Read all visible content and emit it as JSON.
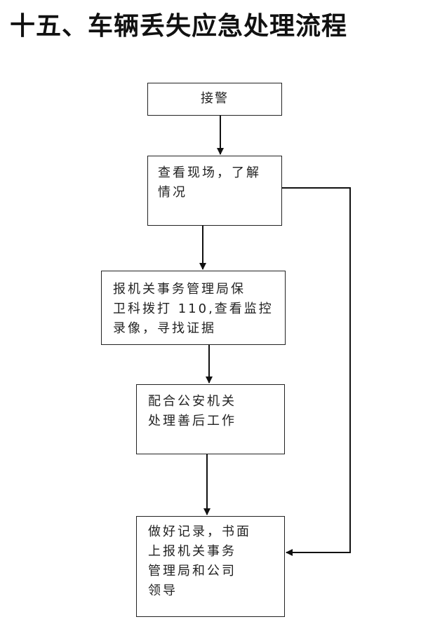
{
  "title": "十五、车辆丢失应急处理流程",
  "nodes": [
    {
      "id": "b1",
      "text": "接警"
    },
    {
      "id": "b2",
      "text": "查看现场，了解\n情况"
    },
    {
      "id": "b3",
      "text": "报机关事务管理局保\n卫科拨打 110,查看监控\n录像，寻找证据"
    },
    {
      "id": "b4",
      "text": "配合公安机关\n处理善后工作"
    },
    {
      "id": "b5",
      "text": "做好记录，书面\n上报机关事务\n管理局和公司\n领导"
    }
  ],
  "edges": [
    {
      "from": "接警",
      "to": "查看现场，了解情况"
    },
    {
      "from": "查看现场，了解情况",
      "to": "报机关事务管理局保卫科拨打 110,查看监控录像，寻找证据"
    },
    {
      "from": "报机关事务管理局保卫科拨打 110,查看监控录像，寻找证据",
      "to": "配合公安机关处理善后工作"
    },
    {
      "from": "配合公安机关处理善后工作",
      "to": "做好记录，书面上报机关事务管理局和公司领导"
    },
    {
      "from": "查看现场，了解情况",
      "to": "做好记录，书面上报机关事务管理局和公司领导"
    }
  ]
}
